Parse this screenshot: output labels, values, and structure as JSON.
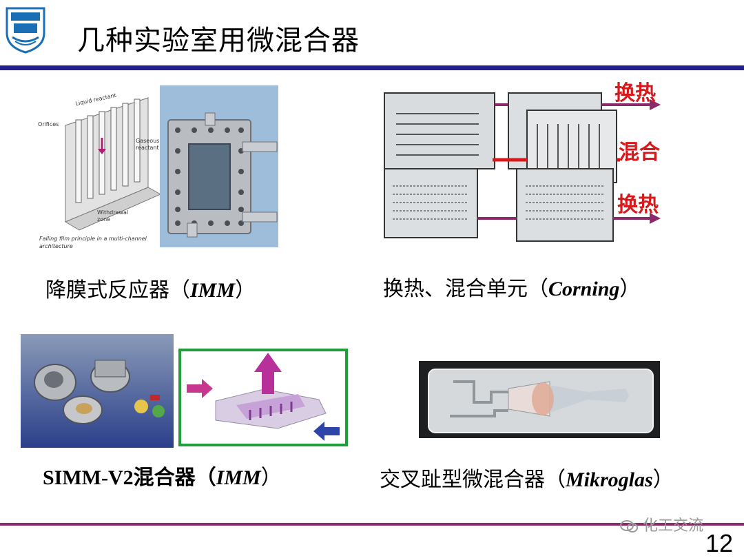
{
  "title": "几种实验室用微混合器",
  "page_number": "12",
  "watermark": "化工交流",
  "captions": {
    "falling_film": {
      "main": "降膜式反应器（",
      "brand": "IMM",
      "end": "）"
    },
    "corning": {
      "main": "换热、混合单元（",
      "brand": "Corning",
      "end": "）"
    },
    "simm": {
      "main": "SIMM-V2混合器（",
      "brand": "IMM",
      "end": "）"
    },
    "interdigital": {
      "main": "交叉趾型微混合器（",
      "brand": "Mikroglas",
      "end": "）"
    }
  },
  "diagram_labels": {
    "liquid_reactant": "Liquid reactant",
    "orifices": "Orifices",
    "gaseous_reactant": "Gaseous reactant",
    "withdrawal_zone": "Withdrawal zone",
    "caption_line1": "Falling film principle in a multi-channel",
    "caption_line2": "architecture"
  },
  "corning_labels": {
    "top": "换热",
    "middle": "混合",
    "bottom": "换热"
  },
  "colors": {
    "title_rule": "#1f1f8f",
    "bottom_rule": "#8b2a6b",
    "arrow_purple": "#8b2a6b",
    "arrow_red": "#d7191c"
  }
}
